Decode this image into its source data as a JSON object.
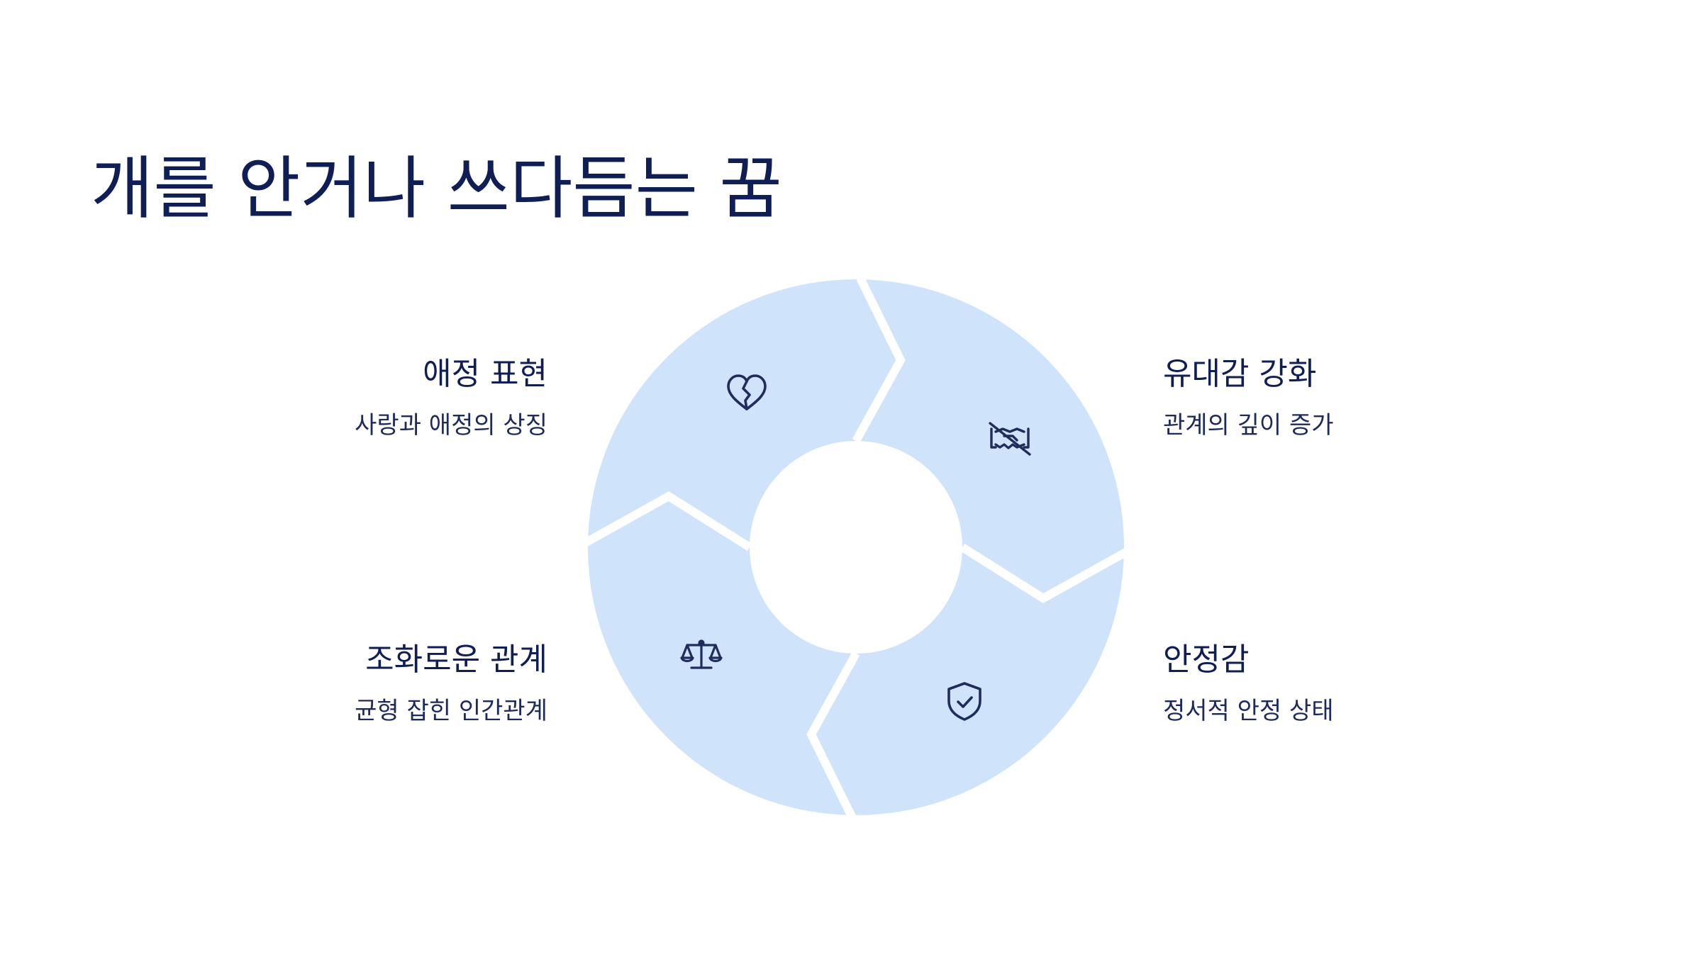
{
  "title": "개를 안거나 쓰다듬는 꿈",
  "colors": {
    "segment_fill": "#cfe4fb",
    "icon_stroke": "#1e2c5e",
    "text_dark": "#0f1f55",
    "background": "#ffffff"
  },
  "segments": [
    {
      "icon": "heart-icon",
      "title": "애정 표현",
      "description": "사랑과 애정의 상징",
      "side": "left"
    },
    {
      "icon": "handshake-icon",
      "title": "유대감 강화",
      "description": "관계의 깊이 증가",
      "side": "right"
    },
    {
      "icon": "shield-check-icon",
      "title": "안정감",
      "description": "정서적 안정 상태",
      "side": "right"
    },
    {
      "icon": "scale-icon",
      "title": "조화로운 관계",
      "description": "균형 잡힌 인간관계",
      "side": "left"
    }
  ]
}
